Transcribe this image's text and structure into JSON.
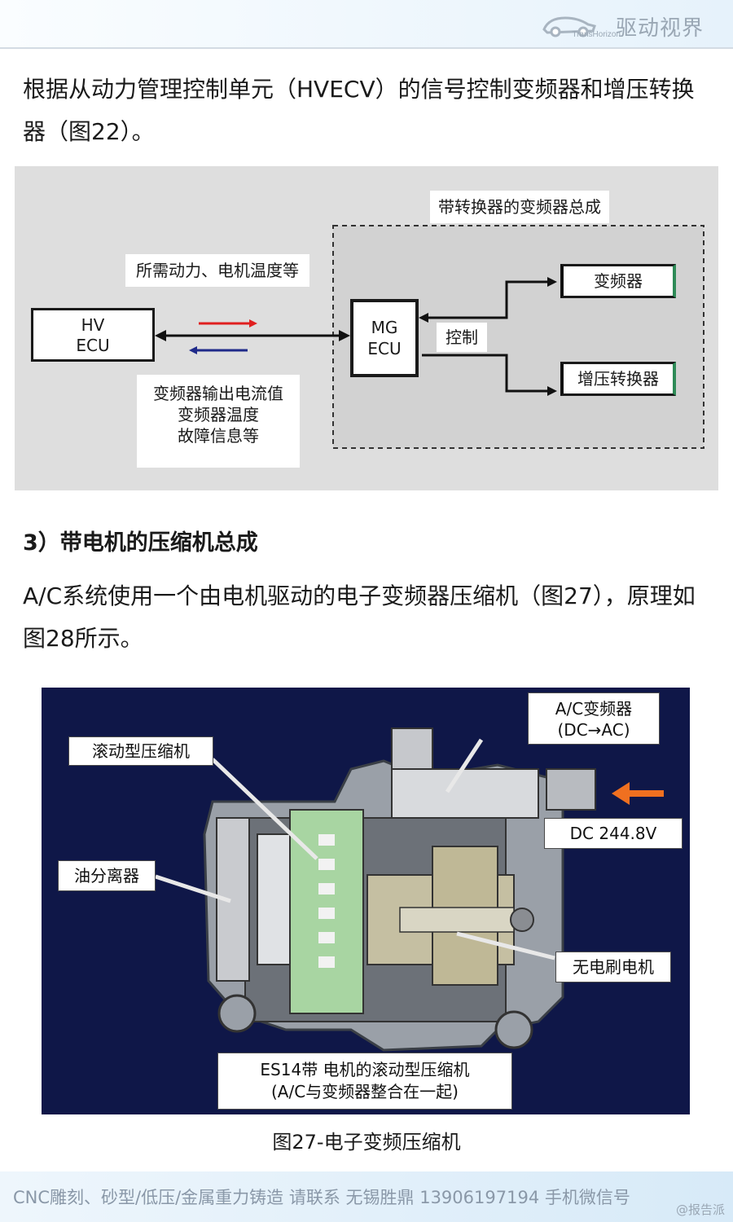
{
  "header": {
    "logo_cn": "驱动视界",
    "logo_en": "TransHorizon"
  },
  "intro_text": "根据从动力管理控制单元（HVECV）的信号控制变频器和增压转换器（图22）。",
  "diagram": {
    "assembly_label": "带转换器的变频器总成",
    "hv_ecu_line1": "HV",
    "hv_ecu_line2": "ECU",
    "mg_ecu_line1": "MG",
    "mg_ecu_line2": "ECU",
    "request_label": "所需动力、电机温度等",
    "feedback_line1": "变频器输出电流值",
    "feedback_line2": "变频器温度",
    "feedback_line3": "故障信息等",
    "control_label": "控制",
    "inverter_label": "变频器",
    "boost_label": "增压转换器",
    "colors": {
      "arrow_red": "#e02020",
      "arrow_blue": "#1f2a8a"
    }
  },
  "section_heading": "3）带电机的压缩机总成",
  "section_text": "A/C系统使用一个由电机驱动的电子变频器压缩机（图27），原理如图28所示。",
  "figure27": {
    "ac_inverter_line1": "A/C变频器",
    "ac_inverter_line2": "(DC→AC)",
    "scroll_compressor": "滚动型压缩机",
    "dc_voltage": "DC 244.8V",
    "oil_separator": "油分离器",
    "brushless_motor": "无电刷电机",
    "bottom_line1": "ES14带 电机的滚动型压缩机",
    "bottom_line2": "(A/C与变频器整合在一起)",
    "caption": "图27-电子变频压缩机",
    "colors": {
      "background": "#0f1748",
      "arrow_orange": "#f07020"
    }
  },
  "footer": {
    "text": "CNC雕刻、砂型/低压/金属重力铸造 请联系 无锡胜鼎 13906197194 手机微信号",
    "watermark": "@报告派"
  }
}
